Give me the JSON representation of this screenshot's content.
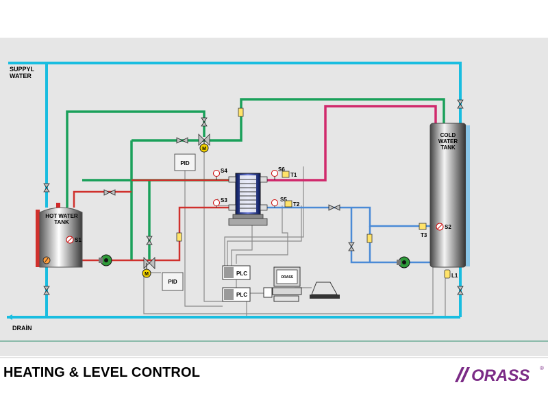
{
  "title": "HEATING & LEVEL CONTROL",
  "brand": {
    "name": "ORASS",
    "registered": "®"
  },
  "labels": {
    "supply_line1": "SUPPYL",
    "supply_line2": "WATER",
    "drain": "DRAİN",
    "hot_tank_line1": "HOT WATER",
    "hot_tank_line2": "TANK",
    "cold_tank_line1": "COLD",
    "cold_tank_line2": "WATER",
    "cold_tank_line3": "TANK",
    "pid_top": "PID",
    "pid_bottom": "PID",
    "plc_top": "PLC",
    "plc_bottom": "PLC",
    "computer_screen": "ORASS"
  },
  "sensors": {
    "s1": "S1",
    "s2": "S2",
    "s3": "S3",
    "s4": "S4",
    "s5": "S5",
    "s6": "S6",
    "t1": "T1",
    "t2": "T2",
    "t3": "T3",
    "l1": "L1"
  },
  "colors": {
    "background": "#e6e6e6",
    "supply_line": "#19bde0",
    "cooling_line": "#1aa05a",
    "hot_line": "#d0302c",
    "hot_return_line": "#d02a6c",
    "cold_line": "#4a8ad6",
    "signal_line": "#8a8a8a",
    "brand": "#7b2b86",
    "pump": "#2f9a3a",
    "gauge": "#ff9d3b"
  },
  "icons": [
    "pump-icon",
    "valve-icon",
    "motorized-valve-icon",
    "pressure-gauge-icon",
    "temperature-sensor-icon",
    "heat-exchanger-icon",
    "computer-icon",
    "keyboard-icon",
    "printer-icon"
  ]
}
